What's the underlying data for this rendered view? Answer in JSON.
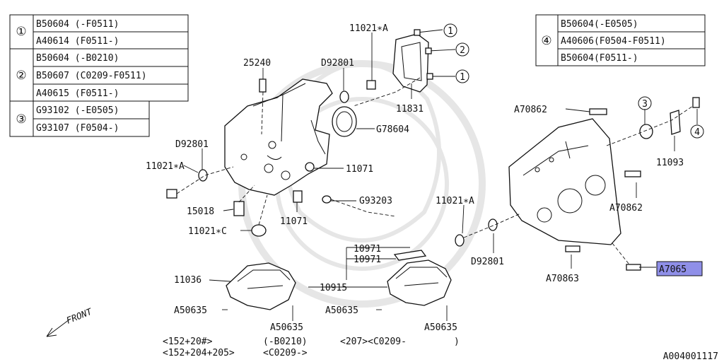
{
  "tables": {
    "left": [
      {
        "num": "①",
        "rows": [
          "B50604 (-F0511)",
          "A40614 (F0511-)"
        ]
      },
      {
        "num": "②",
        "rows": [
          "B50604 (-B0210)",
          "B50607 (C0209-F0511)",
          "A40615 (F0511-)"
        ]
      },
      {
        "num": "③",
        "rows": [
          "G93102 (-E0505)",
          "G93107 (F0504-)"
        ]
      }
    ],
    "right": {
      "num": "④",
      "rows": [
        "B50604(-E0505)",
        "A40606(F0504-F0511)",
        "B50604(F0511-)"
      ]
    }
  },
  "labels": {
    "p11021a_top": "11021∗A",
    "p25240": "25240",
    "pD92801_top": "D92801",
    "p11831": "11831",
    "pG78604": "G78604",
    "pD92801_left": "D92801",
    "p11021a_left": "11021∗A",
    "p11071_right": "11071",
    "p15018": "15018",
    "pG93203": "G93203",
    "p11071_bottom": "11071",
    "p11021c": "11021∗C",
    "pA70862_top": "A70862",
    "p3": "3",
    "p4": "4",
    "p11093": "11093",
    "p11021a_mid": "11021∗A",
    "pA70862_right": "A70862",
    "pD92801_bottom": "D92801",
    "pA70863": "A70863",
    "pA7065": "A7065",
    "c1_top": "1",
    "c2": "2",
    "c1_bottom": "1",
    "p10971_a": "10971",
    "p10971_b": "10971",
    "p10915": "10915",
    "p11036": "11036",
    "pA50635_l1": "A50635",
    "pA50635_l2": "A50635",
    "pA50635_m": "A50635",
    "pA50635_r": "A50635",
    "front": "FRONT",
    "note1": "<152+20#>",
    "note2": "<152+204+205>",
    "note3": "(-B0210)",
    "note4": "<C0209->",
    "note5": "<207><C0209-",
    "note6": ")",
    "diagram_id": "A004001117"
  },
  "colors": {
    "highlight": "#8f8fe8",
    "line": "#111111",
    "watermark": "#e6e6e6"
  }
}
